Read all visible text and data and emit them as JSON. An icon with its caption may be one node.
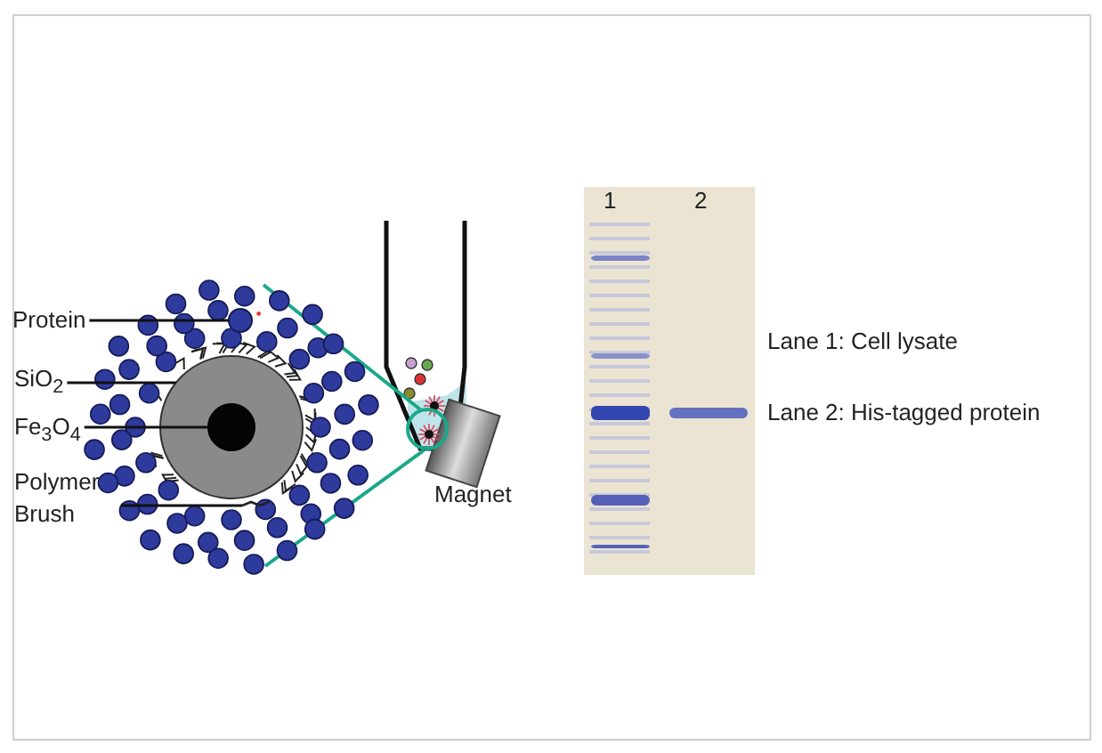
{
  "diagram": {
    "nodes": [
      {
        "text": [
          "Protein"
        ]
      },
      {
        "text": [
          "SiO$_{2}$"
        ]
      },
      {
        "text": [
          "Fe$_{3}$O$_{4}$"
        ]
      },
      {
        "text": [
          "Polymer Brush"
        ]
      },
      {
        "text": [],
        "shape": "circle"
      },
      {
        "text": [],
        "shape": "circle"
      },
      {
        "text": [],
        "shape": "circle",
        "in": 5
      },
      {
        "text": [],
        "shape": "line"
      }
    ],
    "edges": [
      {
        "from": 0,
        "to": 4,
        "arrow": "none"
      },
      {
        "from": 1,
        "to": 5,
        "arrow": "none"
      },
      {
        "from": 2,
        "to": 6,
        "arrow": "none"
      },
      {
        "from": 3,
        "to": 7,
        "arrow": "none"
      }
    ],
    "labels": [
      "Magnet",
      "1",
      "2",
      "Lane 1: Cell lysate",
      "Lane 2: His-tagged protein"
    ]
  }
}
